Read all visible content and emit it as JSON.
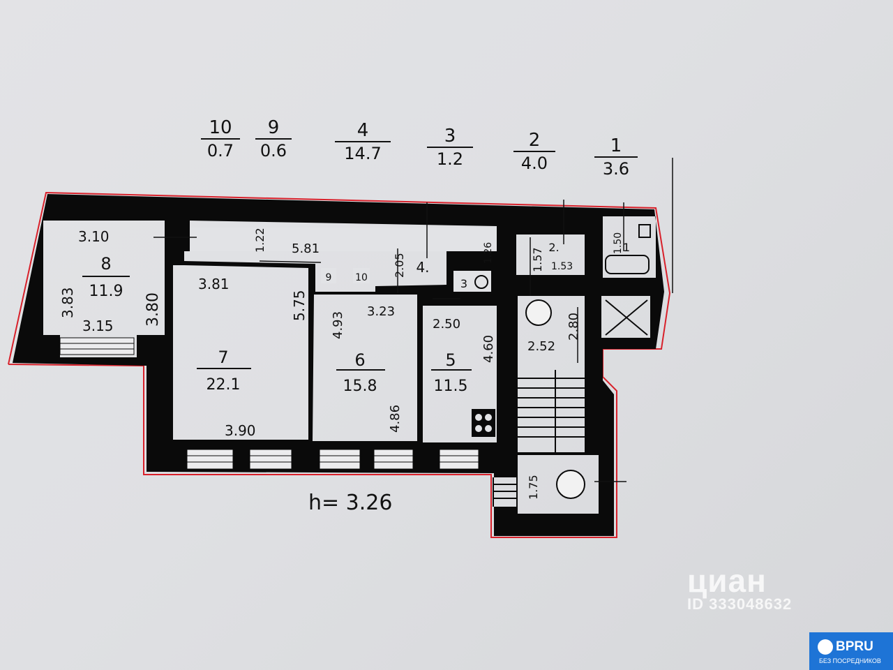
{
  "top_fractions": [
    {
      "room": "10",
      "area": "0.7"
    },
    {
      "room": "9",
      "area": "0.6"
    },
    {
      "room": "4",
      "area": "14.7"
    },
    {
      "room": "3",
      "area": "1.2"
    },
    {
      "room": "2",
      "area": "4.0"
    },
    {
      "room": "1",
      "area": "3.6"
    }
  ],
  "rooms": [
    {
      "id": "8",
      "area": "11.9"
    },
    {
      "id": "7",
      "area": "22.1"
    },
    {
      "id": "6",
      "area": "15.8"
    },
    {
      "id": "5",
      "area": "11.5"
    }
  ],
  "small_labels": {
    "r10": "10",
    "r9": "9",
    "r4": "4.",
    "r3": "3",
    "r2": "2.",
    "r1": "1"
  },
  "dimensions": {
    "d_310": "3.10",
    "d_383": "3.83",
    "d_380": "3.80",
    "d_315": "3.15",
    "d_381": "3.81",
    "d_575": "5.75",
    "d_122": "1.22",
    "d_581": "5.81",
    "d_205": "2.05",
    "d_493": "4.93",
    "d_323": "3.23",
    "d_486": "4.86",
    "d_390": "3.90",
    "d_250": "2.50",
    "d_460": "4.60",
    "d_126": "1.26",
    "d_157": "1.57",
    "d_153": "1.53",
    "d_150": "1.50",
    "d_252": "2.52",
    "d_280": "2.80",
    "d_175": "1.75"
  },
  "height_note": "h= 3.26",
  "watermark": {
    "logo": "циан",
    "id": "ID 333048632"
  },
  "badge": {
    "title": "BPRU",
    "subtitle": "БЕЗ ПОСРЕДНИКОВ",
    "color": "#1e74d6"
  },
  "colors": {
    "wall": "#0a0a0a",
    "outline": "#d8202a",
    "paper": "#e2e3e6"
  }
}
